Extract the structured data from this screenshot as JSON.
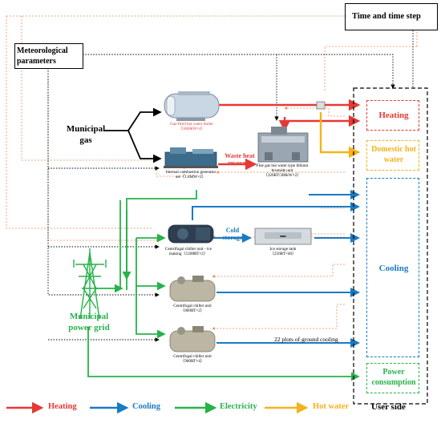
{
  "title_box": "Time and time step",
  "meteo": "Meteorological parameters",
  "municipal_gas": "Municipal gas",
  "municipal_power_grid": "Municipal power grid",
  "waste_heat_recovery": "Waste heat recovery",
  "cold_storage": "Cold storage",
  "equipment": {
    "boiler": "Gas-fired hot water boiler（5600kW×4）",
    "ice_engine": "Internal combustion generator set（1.8MW×2）",
    "lithium": "Flue gas hot water type lithium bromide unit（320RT/300kW×2）",
    "ice_chiller": "Centrifugal chiller unit - ice making（1200RT×2）",
    "ice_tank": "Ice storage tank（256RT×40）",
    "chiller_800": "Centrifugal chiller unit（800RT×2）",
    "chiller_900": "Centrifugal chiller unit（900RT×4）"
  },
  "ground_cooling": "22 plots of ground cooling",
  "user_side": {
    "label": "User side",
    "heating": "Heating",
    "domestic_hot_water": "Domestic hot water",
    "cooling": "Cooling",
    "power": "Power consumption"
  },
  "legend": [
    {
      "label": "Heating",
      "color": "#e53935"
    },
    {
      "label": "Cooling",
      "color": "#1a7ac4"
    },
    {
      "label": "Electricity",
      "color": "#27b24a"
    },
    {
      "label": "Hot water",
      "color": "#f5b21b"
    }
  ],
  "colors": {
    "heating": "#e53935",
    "cooling": "#1a7ac4",
    "electricity": "#27b24a",
    "hot_water": "#f5b21b",
    "dotted_control": "#f08a5d"
  }
}
